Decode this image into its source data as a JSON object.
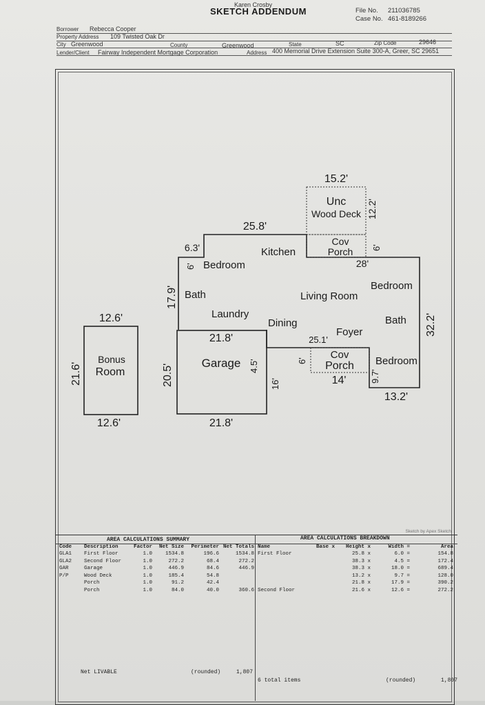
{
  "header": {
    "appraiser": "Karen Crosby",
    "title": "SKETCH ADDENDUM",
    "file_no_label": "File No.",
    "file_no": "211036785",
    "case_no_label": "Case No.",
    "case_no": "461-8189266",
    "borrower_label": "Borrower",
    "borrower": "Rebecca Cooper",
    "property_address_label": "Property Address",
    "property_address": "109 Twisted Oak Dr",
    "city_label": "City",
    "city": "Greenwood",
    "county_label": "County",
    "county": "Greenwood",
    "state_label": "State",
    "state": "SC",
    "zip_label": "Zip Code",
    "zip": "29646",
    "lender_label": "Lender/Client",
    "lender": "Fairway Independent Mortgage Corporation",
    "address_label": "Address",
    "address": "400 Memorial Drive Extension Suite 300-A, Greer, SC 29651"
  },
  "sketch": {
    "main": {
      "top_width": "25.8'",
      "left_step": "6.3'",
      "left_step_v": "6'",
      "left_height": "17.9'",
      "right_top": "28'",
      "right_height": "32.2'",
      "bottom_right": "13.2'",
      "br_step": "9.7'",
      "porch_step": "6'",
      "mid_width": "25.1'",
      "porch_width": "14'",
      "garage_step": "4.5'",
      "garage_drop": "16'"
    },
    "deck": {
      "width": "15.2'",
      "height": "12.2'",
      "label1": "Unc",
      "label2": "Wood Deck"
    },
    "cov_porch_top": {
      "label1": "Cov",
      "label2": "Porch",
      "dim": "6'"
    },
    "cov_porch_front": {
      "label1": "Cov",
      "label2": "Porch"
    },
    "rooms": {
      "bedroom1": "Bedroom",
      "kitchen": "Kitchen",
      "bath1": "Bath",
      "laundry": "Laundry",
      "living": "Living Room",
      "dining": "Dining",
      "foyer": "Foyer",
      "bedroom2": "Bedroom",
      "bath2": "Bath",
      "bedroom3": "Bedroom"
    },
    "garage": {
      "label": "Garage",
      "top": "21.8'",
      "bottom": "21.8'",
      "height": "20.5'"
    },
    "bonus": {
      "label1": "Bonus",
      "label2": "Room",
      "top": "12.6'",
      "bottom": "12.6'",
      "height": "21.6'"
    },
    "software": "Sketch by Apex Sketch"
  },
  "summary": {
    "title": "AREA CALCULATIONS SUMMARY",
    "headers": [
      "Code",
      "Description",
      "Factor",
      "Net Size",
      "Perimeter",
      "Net Totals"
    ],
    "rows": [
      [
        "GLA1",
        "First Floor",
        "1.0",
        "1534.8",
        "196.6",
        "1534.8"
      ],
      [
        "GLA2",
        "Second Floor",
        "1.0",
        "272.2",
        "68.4",
        "272.2"
      ],
      [
        "GAR",
        "Garage",
        "1.0",
        "446.9",
        "84.6",
        "446.9"
      ],
      [
        "P/P",
        "Wood Deck",
        "1.0",
        "185.4",
        "54.8",
        ""
      ],
      [
        "",
        "Porch",
        "1.0",
        "91.2",
        "42.4",
        ""
      ],
      [
        "",
        "Porch",
        "1.0",
        "84.0",
        "40.0",
        "360.6"
      ]
    ],
    "net_livable_label": "Net LIVABLE",
    "rounded_label": "(rounded)",
    "net_livable": "1,807"
  },
  "breakdown": {
    "title": "AREA CALCULATIONS BREAKDOWN",
    "headers": [
      "Name",
      "Base x",
      "Height x",
      "Width =",
      "Area"
    ],
    "rows": [
      [
        "First Floor",
        "",
        "25.8 x",
        "6.0 =",
        "154.8"
      ],
      [
        "",
        "",
        "38.3 x",
        "4.5 =",
        "172.4"
      ],
      [
        "",
        "",
        "38.3 x",
        "18.0 =",
        "689.4"
      ],
      [
        "",
        "",
        "13.2 x",
        "9.7 =",
        "128.0"
      ],
      [
        "",
        "",
        "21.8 x",
        "17.9 =",
        "390.2"
      ],
      [
        "Second Floor",
        "",
        "21.6 x",
        "12.6 =",
        "272.2"
      ]
    ],
    "total_items": "6 total items",
    "rounded_label": "(rounded)",
    "total": "1,807"
  }
}
